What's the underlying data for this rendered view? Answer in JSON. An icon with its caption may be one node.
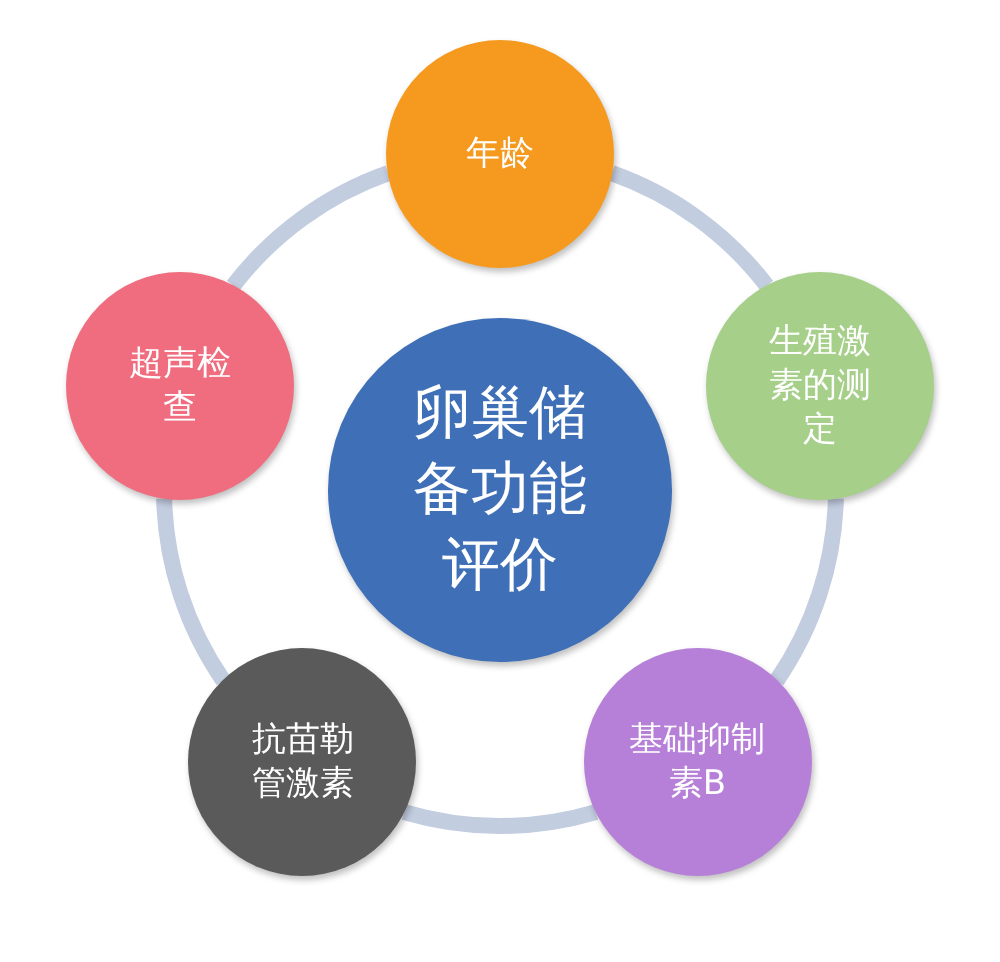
{
  "diagram": {
    "nodes": [
      {
        "text": [
          "卵巢储备功能评价"
        ]
      },
      {
        "text": [
          "年龄"
        ]
      },
      {
        "text": [
          "生殖激素的测定"
        ]
      },
      {
        "text": [
          "基础抑制素B"
        ]
      },
      {
        "text": [
          "抗苗勒管激素"
        ]
      },
      {
        "text": [
          "超声检查"
        ]
      }
    ],
    "edges": [
      {
        "from": 1,
        "to": 2,
        "arrow": "none"
      },
      {
        "from": 2,
        "to": 3,
        "arrow": "none"
      },
      {
        "from": 3,
        "to": 4,
        "arrow": "none"
      },
      {
        "from": 4,
        "to": 5,
        "arrow": "none"
      },
      {
        "from": 5,
        "to": 1,
        "arrow": "none"
      }
    ]
  }
}
